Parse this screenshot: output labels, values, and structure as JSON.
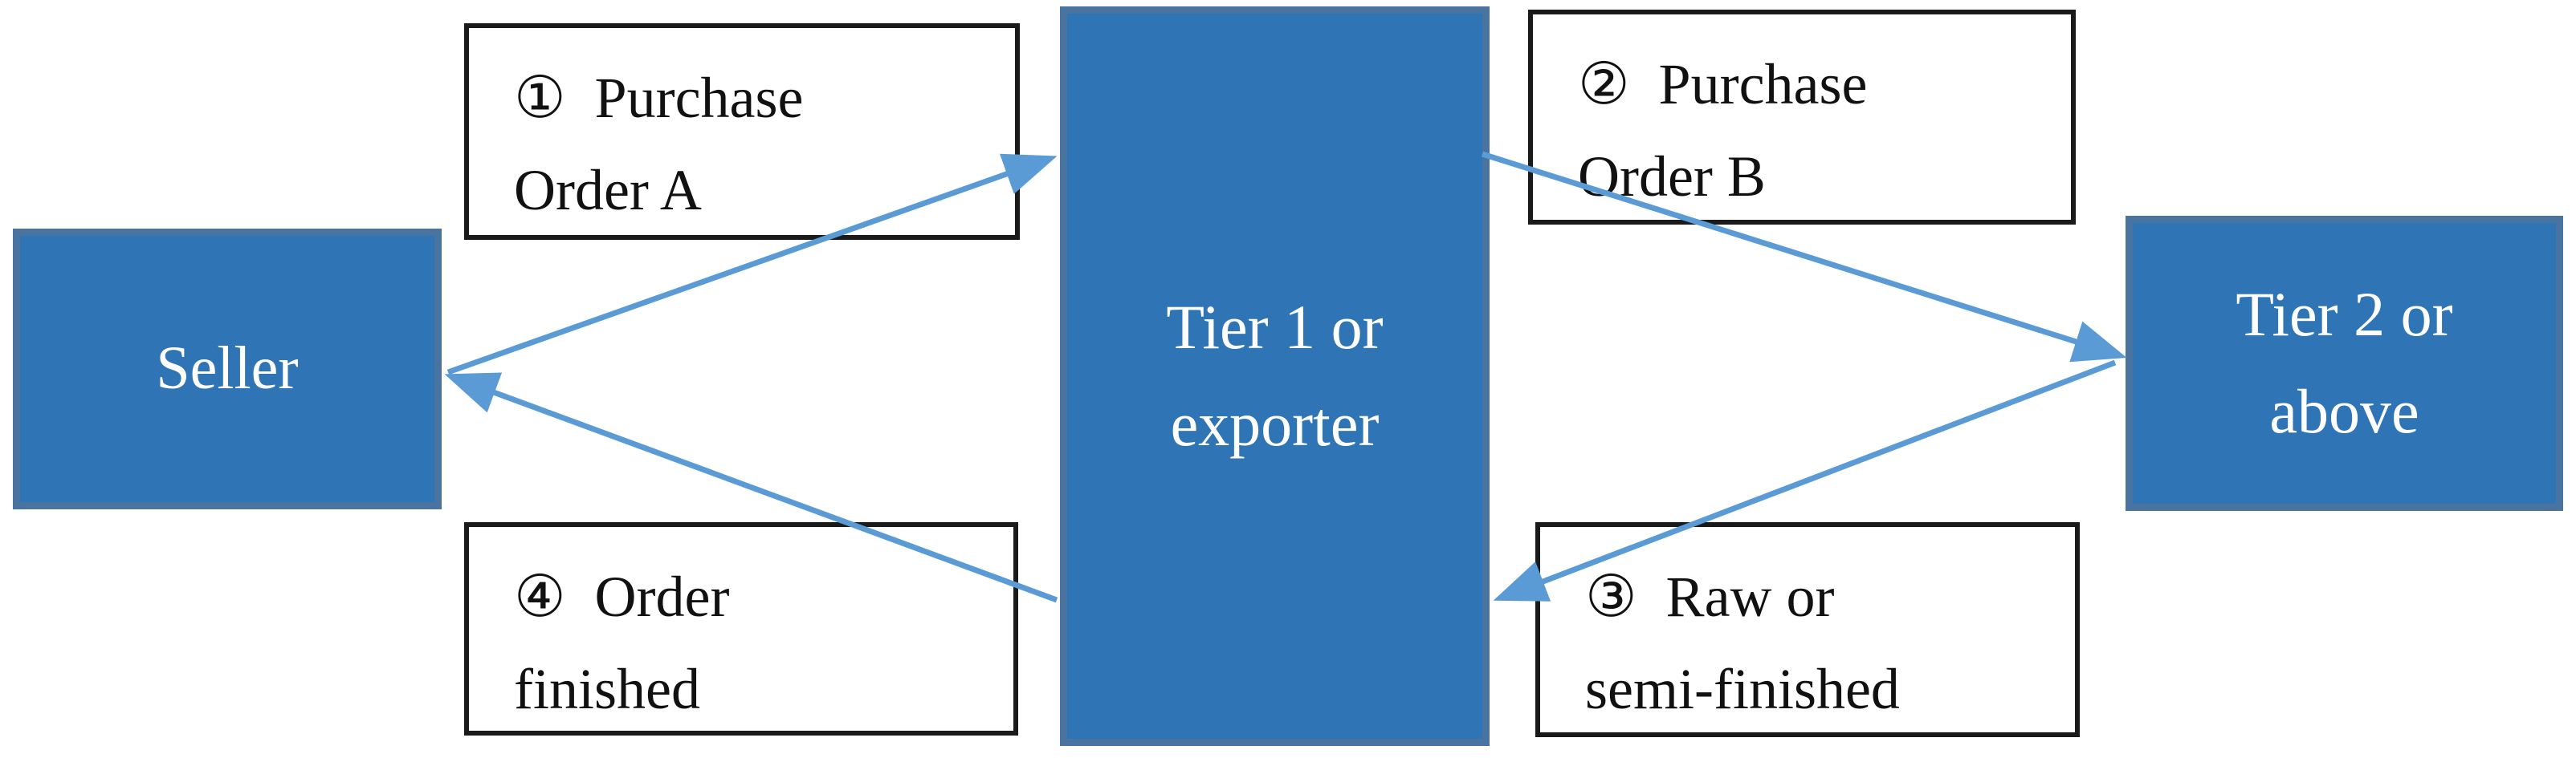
{
  "colors": {
    "canvas-bg": "#ffffff",
    "node-fill": "#2F74B5",
    "node-border": "#4A74A0",
    "node-text": "#ffffff",
    "arrow-blue": "#5B9BD5",
    "step-fill": "#ffffff",
    "step-border": "#1a1a1a",
    "step-text": "#111111"
  },
  "nodes": {
    "seller": {
      "lines": [
        "Seller"
      ]
    },
    "tier1": {
      "lines": [
        "Tier 1 or",
        "exporter"
      ]
    },
    "tier2": {
      "lines": [
        "Tier 2 or",
        "above"
      ]
    }
  },
  "steps": {
    "po_a": {
      "number": "①",
      "lines": [
        "①  Purchase",
        "Order A"
      ]
    },
    "po_b": {
      "number": "②",
      "lines": [
        "②  Purchase",
        "Order B"
      ]
    },
    "raw": {
      "number": "③",
      "lines": [
        "③  Raw or",
        "semi-finished"
      ]
    },
    "finished": {
      "number": "④",
      "lines": [
        "④  Order",
        "finished"
      ]
    }
  },
  "arrows": [
    {
      "id": "po-a",
      "from": "seller",
      "to": "tier1"
    },
    {
      "id": "po-b",
      "from": "tier1",
      "to": "tier2"
    },
    {
      "id": "raw",
      "from": "tier2",
      "to": "tier1"
    },
    {
      "id": "finished",
      "from": "tier1",
      "to": "seller"
    }
  ]
}
